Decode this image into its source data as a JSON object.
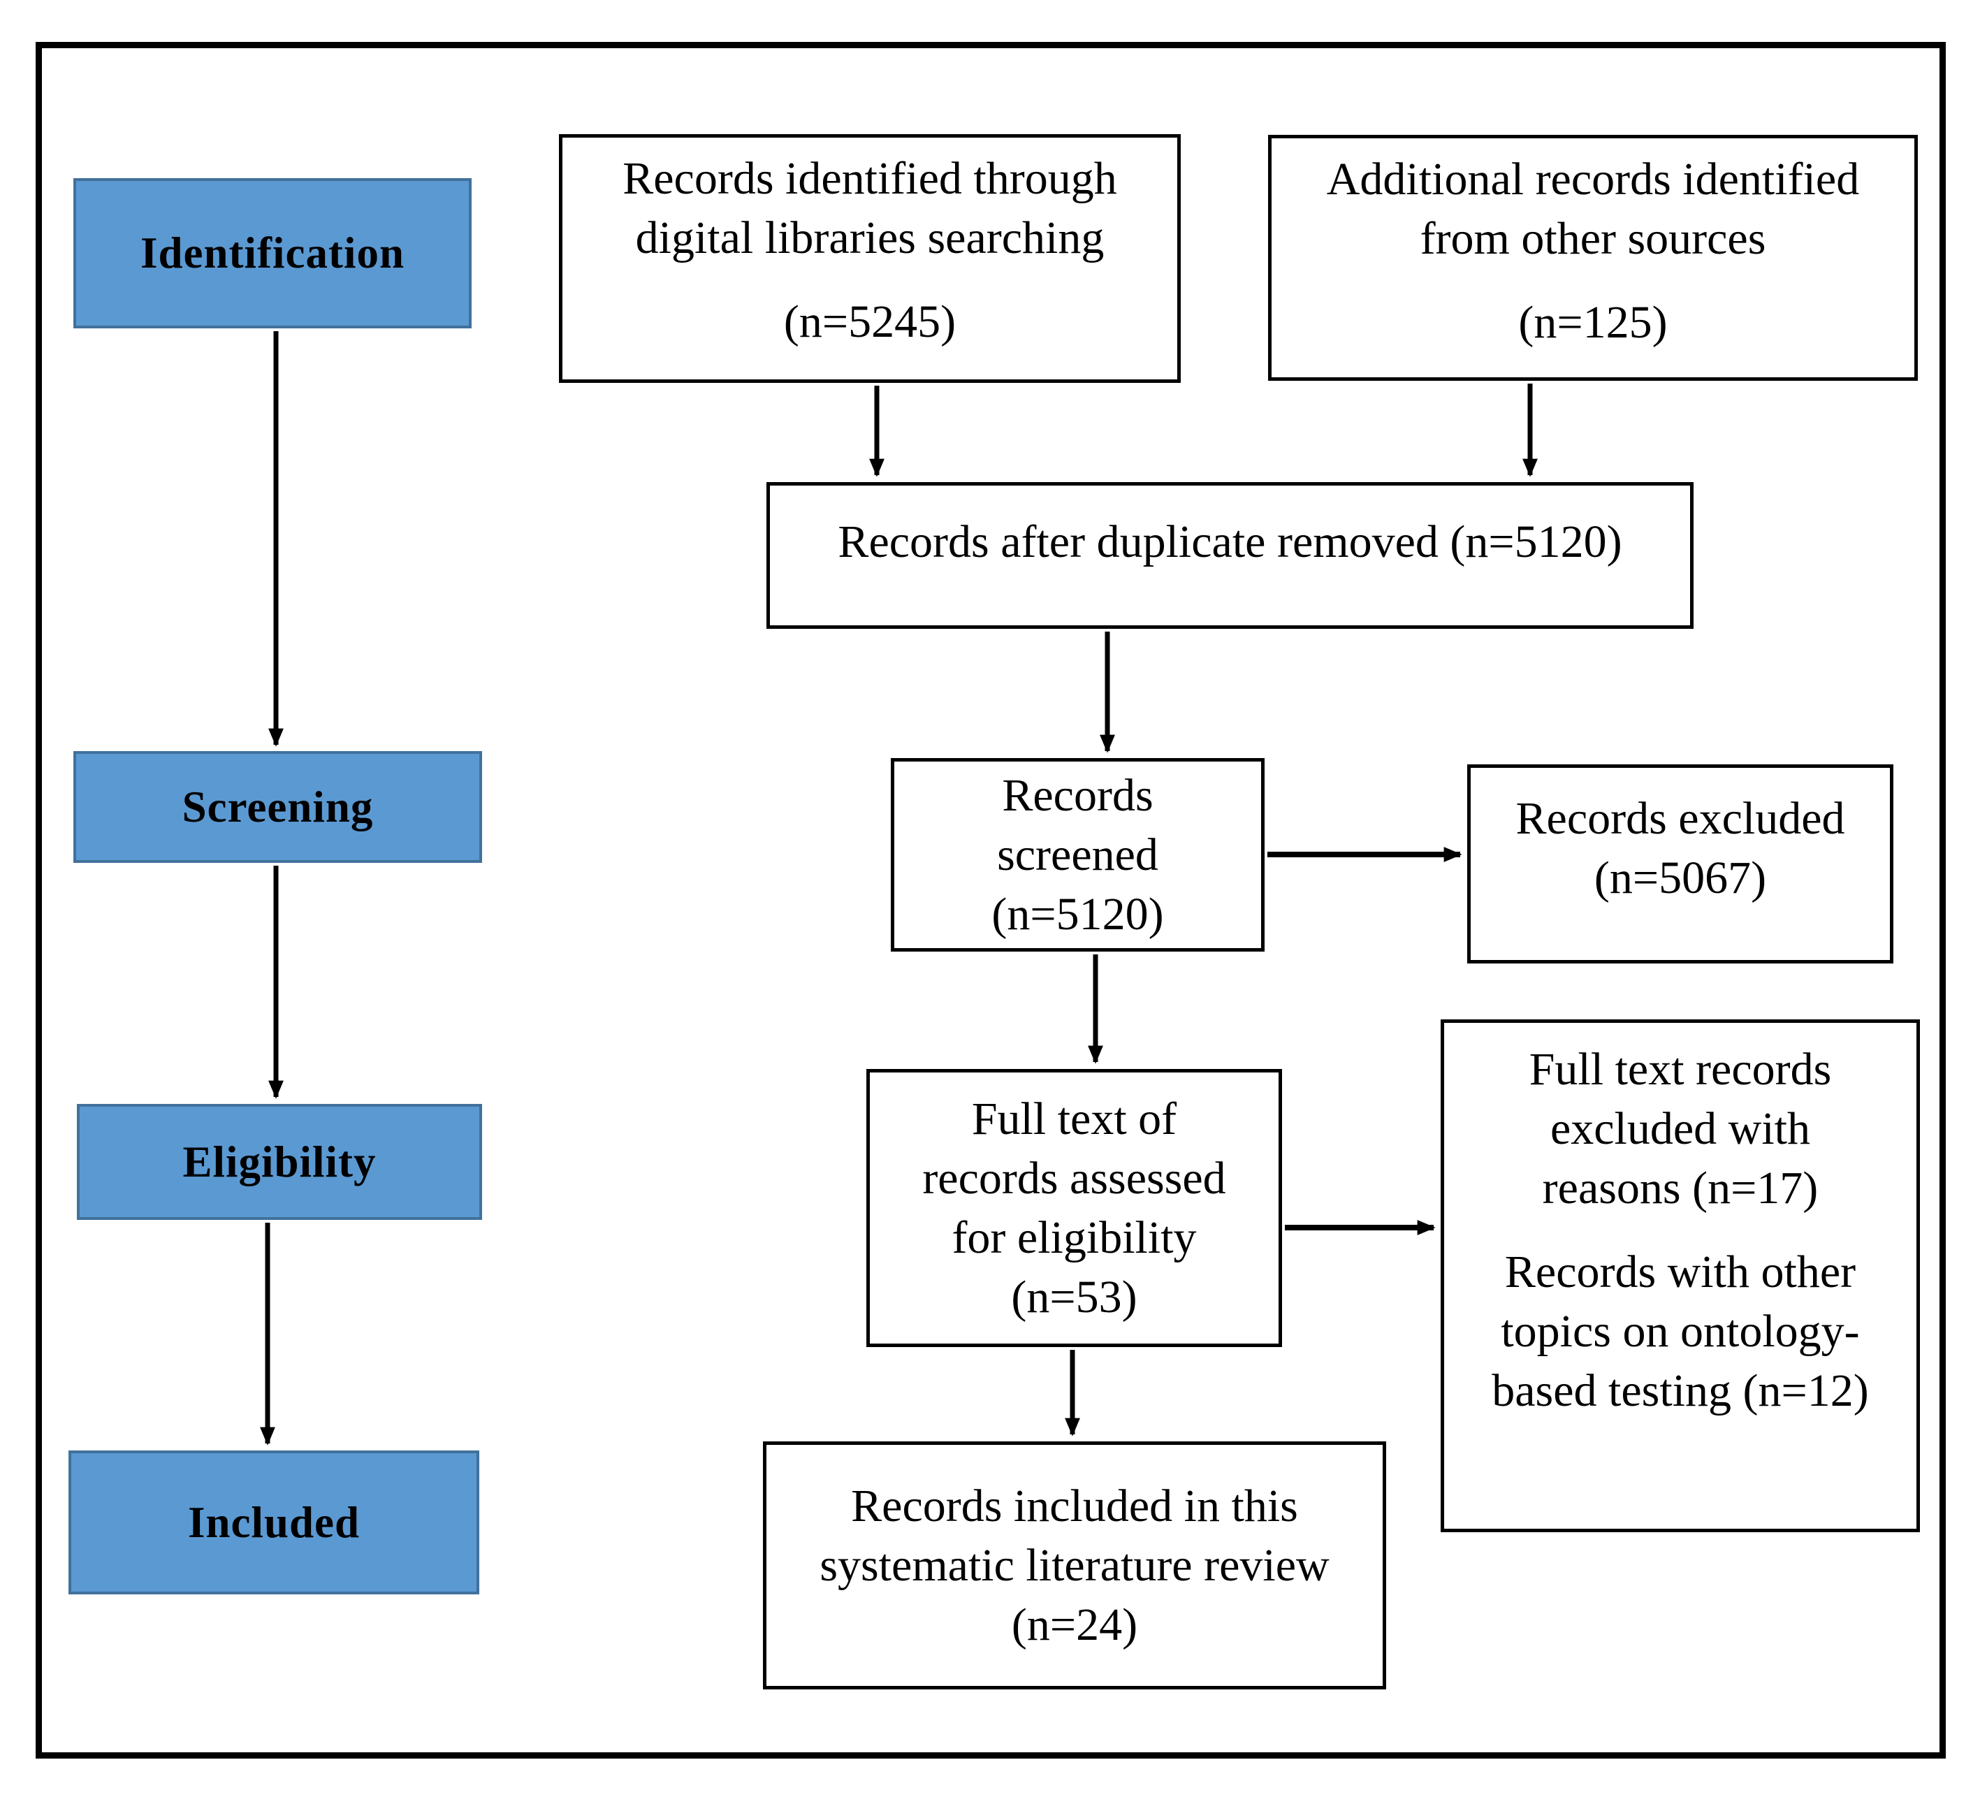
{
  "figure": {
    "type": "prisma-flow-diagram",
    "description": "Systematic literature review record selection flow"
  },
  "stages": {
    "identification": "Identification",
    "screening": "Screening",
    "eligibility": "Eligibility",
    "included": "Included"
  },
  "boxes": {
    "identified": {
      "lines": [
        "Records identified through",
        "digital libraries searching"
      ],
      "count": "(n=5245)"
    },
    "additional": {
      "lines": [
        "Additional records identified",
        "from other sources"
      ],
      "count": "(n=125)"
    },
    "deduplicated": {
      "lines": [
        "Records after duplicate removed (n=5120)"
      ]
    },
    "screened": {
      "lines": [
        "Records",
        "screened",
        "(n=5120)"
      ]
    },
    "excluded": {
      "lines": [
        "Records excluded",
        "(n=5067)"
      ]
    },
    "fulltext": {
      "lines": [
        "Full text of",
        "records assessed",
        "for eligibility",
        "(n=53)"
      ]
    },
    "fulltext_excluded": {
      "groups": [
        {
          "lines": [
            "Full text records",
            "excluded with",
            "reasons (n=17)"
          ]
        },
        {
          "lines": [
            "Records with other",
            "topics on ontology-",
            "based testing (n=12)"
          ]
        }
      ]
    },
    "included_final": {
      "lines": [
        "Records included in this",
        "systematic literature review",
        "(n=24)"
      ]
    }
  },
  "colors": {
    "stage_fill": "#5b99d2",
    "stage_border": "#41719c",
    "box_border": "#000000",
    "arrow": "#000000",
    "background": "#ffffff"
  }
}
